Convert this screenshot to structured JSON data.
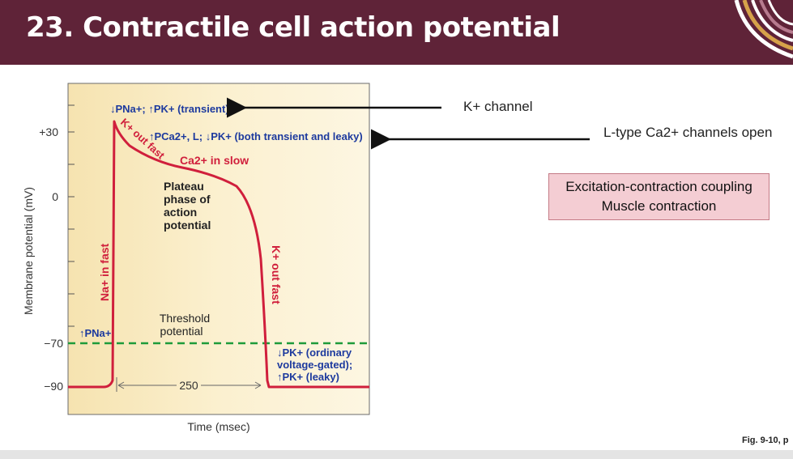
{
  "slide": {
    "title": "23. Contractile cell action potential",
    "figure_ref": "Fig. 9-10, p"
  },
  "annotations": {
    "k_channel": "K+ channel",
    "l_type": "L-type Ca2+ channels open",
    "box_line1": "Excitation-contraction coupling",
    "box_line2": "Muscle contraction"
  },
  "figure": {
    "ylabel": "Membrane potential (mV)",
    "xlabel": "Time (msec)",
    "y_ticks": [
      "+30",
      "0",
      "−70",
      "−90"
    ],
    "duration_label": "250",
    "threshold_label_1": "Threshold",
    "threshold_label_2": "potential",
    "plateau_1": "Plateau",
    "plateau_2": "phase of",
    "plateau_3": "action",
    "plateau_4": "potential",
    "na_in_fast": "Na+ in fast",
    "k_out_fast_early": "K+ out fast",
    "ca_in_slow": "Ca2+ in slow",
    "k_out_fast_late": "K+ out fast",
    "transient_label": "↓PNa+; ↑PK+ (transient)",
    "pca_label": "↑PCa2+, L; ↓PK+ (both transient and leaky)",
    "pna_up_label": "↑PNa+",
    "pk_ordinary_1": "↓PK+ (ordinary",
    "pk_ordinary_2": "voltage-gated);",
    "pk_ordinary_3": "↑PK+ (leaky)"
  },
  "colors": {
    "header": "#5f2338",
    "trace": "#d01f3c",
    "threshold": "#1e9b3a",
    "annotation_blue": "#1d3a9e",
    "callout_fill": "#f4cdd3"
  }
}
